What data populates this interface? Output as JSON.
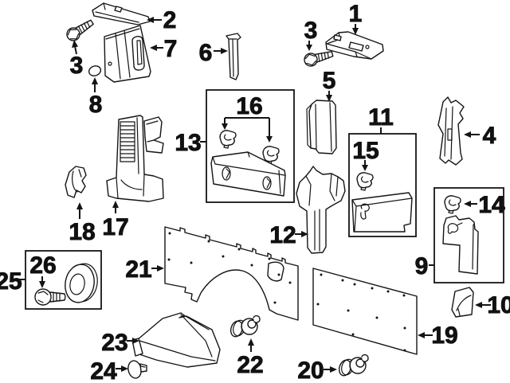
{
  "diagram": {
    "type": "exploded-parts-diagram",
    "background_color": "#ffffff",
    "line_color": "#141414",
    "callouts": {
      "c1": "1",
      "c2": "2",
      "c3a": "3",
      "c3b": "3",
      "c4": "4",
      "c5": "5",
      "c6": "6",
      "c7": "7",
      "c8": "8",
      "c9": "9",
      "c10": "10",
      "c11": "11",
      "c12": "12",
      "c13": "13",
      "c14": "14",
      "c15": "15",
      "c16": "16",
      "c17": "17",
      "c18": "18",
      "c19": "19",
      "c20": "20",
      "c21": "21",
      "c22": "22",
      "c23": "23",
      "c24": "24",
      "c25": "25",
      "c26": "26"
    }
  }
}
